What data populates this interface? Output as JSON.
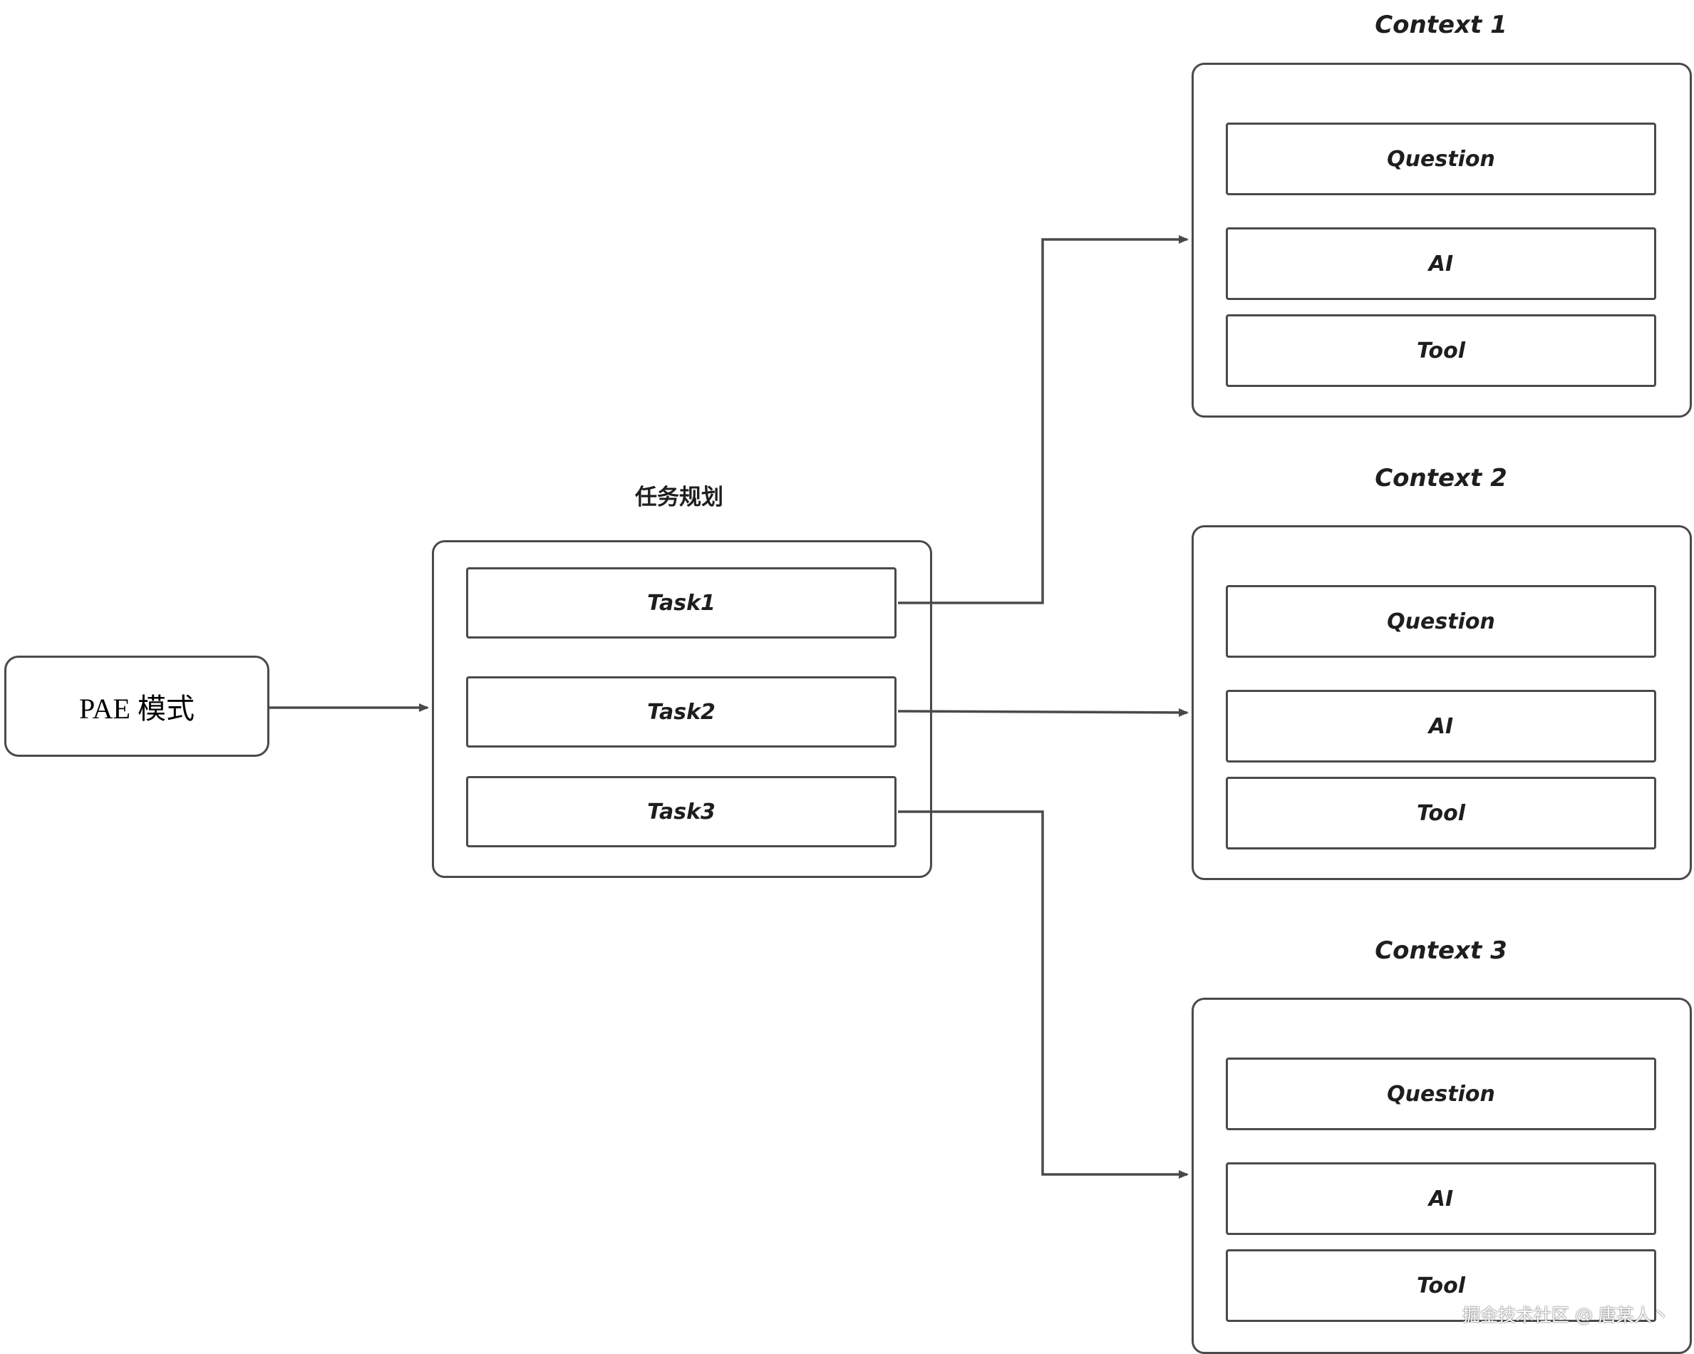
{
  "pae": {
    "label": "PAE 模式"
  },
  "plan": {
    "title": "任务规划",
    "tasks": [
      "Task1",
      "Task2",
      "Task3"
    ]
  },
  "contexts": [
    {
      "title": "Context 1",
      "items": [
        "Question",
        "AI",
        "Tool"
      ]
    },
    {
      "title": "Context 2",
      "items": [
        "Question",
        "AI",
        "Tool"
      ]
    },
    {
      "title": "Context 3",
      "items": [
        "Question",
        "AI",
        "Tool"
      ]
    }
  ],
  "watermark": "掘金技术社区 @ 唐某人丶",
  "colors": {
    "stroke": "#4a4a4a",
    "text": "#1e1e1e",
    "background": "#ffffff"
  }
}
